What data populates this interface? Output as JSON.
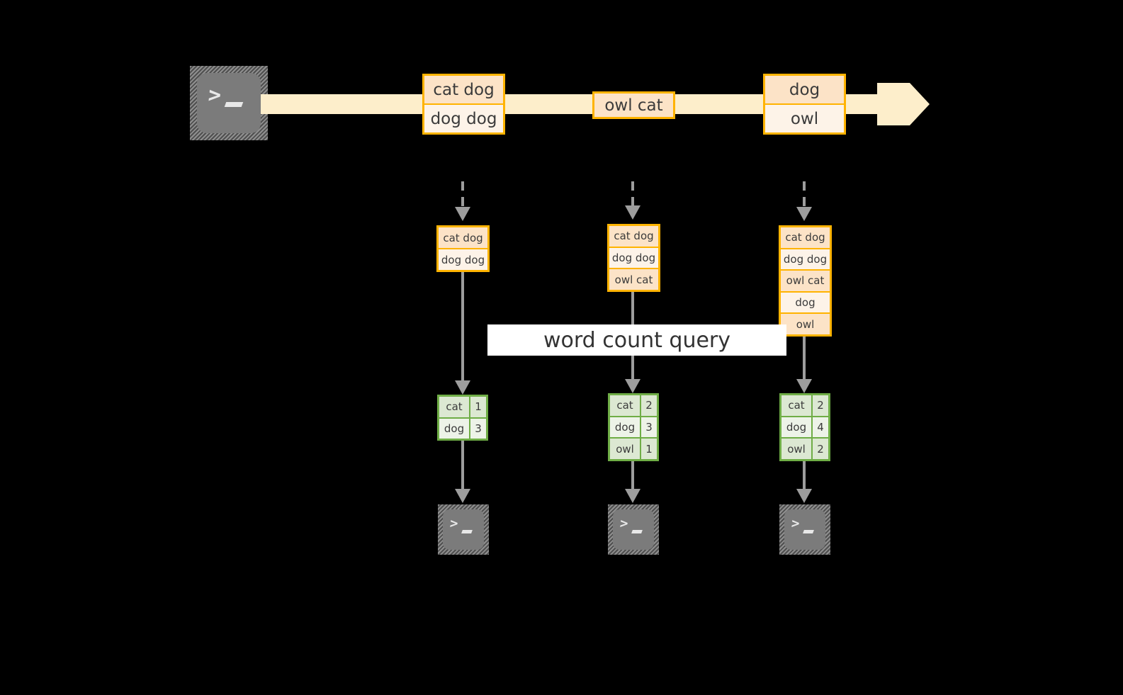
{
  "diagram": {
    "title_label": "word count query",
    "colors": {
      "stream_band": "#fdeecb",
      "record_border": "#ffb300",
      "record_fill_dark": "#fce3c7",
      "record_fill_light": "#fdf3e8",
      "result_border": "#6fad46",
      "result_fill_dark": "#dce8d2",
      "result_fill_light": "#edf3e8",
      "connector": "#9d9d9d",
      "terminal_body": "#7b7b7b",
      "background": "#000000"
    }
  },
  "source": {
    "icon": "terminal-icon",
    "prompt_glyph": ">",
    "caret_glyph": "_"
  },
  "stream": {
    "arrow_icon": "right-arrow-icon",
    "events": [
      {
        "name": "event-batch-1",
        "lines": [
          {
            "text": "cat dog",
            "shade": "dark"
          },
          {
            "text": "dog dog",
            "shade": "light"
          }
        ]
      },
      {
        "name": "event-batch-2",
        "lines": [
          {
            "text": "owl cat",
            "shade": "dark"
          }
        ]
      },
      {
        "name": "event-batch-3",
        "lines": [
          {
            "text": "dog",
            "shade": "dark"
          },
          {
            "text": "owl",
            "shade": "light"
          }
        ]
      }
    ]
  },
  "columns": [
    {
      "name": "snapshot-1",
      "input_table": {
        "rows": [
          {
            "text": "cat dog",
            "shade": "dark"
          },
          {
            "text": "dog dog",
            "shade": "light"
          }
        ]
      },
      "result_table": {
        "rows": [
          {
            "key": "cat",
            "value": "1",
            "shade": "dark"
          },
          {
            "key": "dog",
            "value": "3",
            "shade": "light"
          }
        ]
      },
      "sink_icon": "terminal-icon"
    },
    {
      "name": "snapshot-2",
      "input_table": {
        "rows": [
          {
            "text": "cat dog",
            "shade": "dark"
          },
          {
            "text": "dog dog",
            "shade": "light"
          },
          {
            "text": "owl cat",
            "shade": "dark"
          }
        ]
      },
      "result_table": {
        "rows": [
          {
            "key": "cat",
            "value": "2",
            "shade": "dark"
          },
          {
            "key": "dog",
            "value": "3",
            "shade": "light"
          },
          {
            "key": "owl",
            "value": "1",
            "shade": "dark"
          }
        ]
      },
      "sink_icon": "terminal-icon"
    },
    {
      "name": "snapshot-3",
      "input_table": {
        "rows": [
          {
            "text": "cat dog",
            "shade": "dark"
          },
          {
            "text": "dog dog",
            "shade": "light"
          },
          {
            "text": "owl cat",
            "shade": "dark"
          },
          {
            "text": "dog",
            "shade": "light"
          },
          {
            "text": "owl",
            "shade": "dark"
          }
        ]
      },
      "result_table": {
        "rows": [
          {
            "key": "cat",
            "value": "2",
            "shade": "dark"
          },
          {
            "key": "dog",
            "value": "4",
            "shade": "light"
          },
          {
            "key": "owl",
            "value": "2",
            "shade": "dark"
          }
        ]
      },
      "sink_icon": "terminal-icon"
    }
  ]
}
